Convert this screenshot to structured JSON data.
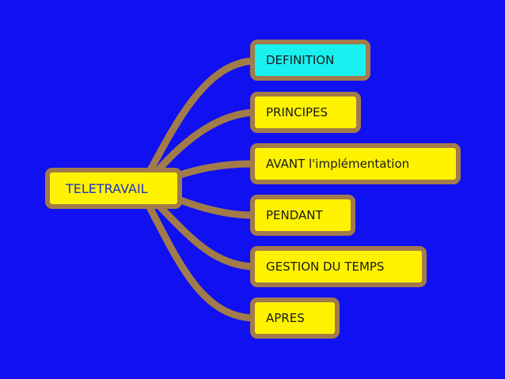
{
  "root": {
    "label": "TELETRAVAIL"
  },
  "branches": [
    {
      "label": "DEFINITION"
    },
    {
      "label": "PRINCIPES"
    },
    {
      "label": "AVANT l'implémentation"
    },
    {
      "label": "PENDANT"
    },
    {
      "label": "GESTION DU TEMPS"
    },
    {
      "label": "APRES"
    }
  ],
  "colors": {
    "background": "#1010F0",
    "node_fill": "#FFF200",
    "selected_node_fill": "#19F0F0",
    "node_border": "#A27B4A",
    "root_text": "#1E2FD0"
  }
}
